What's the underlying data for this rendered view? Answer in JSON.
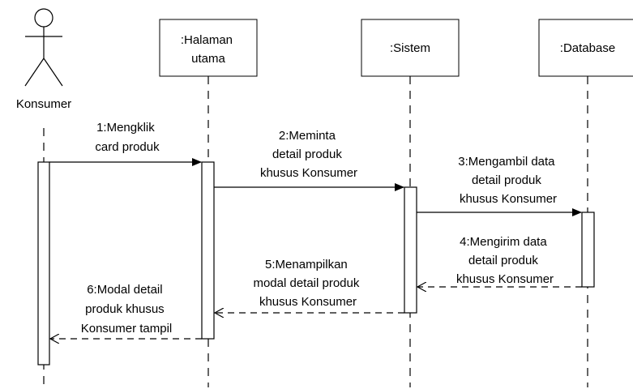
{
  "participants": [
    {
      "id": "konsumer",
      "label": "Konsumer",
      "kind": "actor"
    },
    {
      "id": "halaman",
      "label_lines": [
        ":Halaman",
        "utama"
      ],
      "kind": "object"
    },
    {
      "id": "sistem",
      "label_lines": [
        ":Sistem"
      ],
      "kind": "object"
    },
    {
      "id": "database",
      "label_lines": [
        ":Database"
      ],
      "kind": "object"
    }
  ],
  "messages": [
    {
      "from": "konsumer",
      "to": "halaman",
      "type": "call",
      "lines": [
        "1:Mengklik",
        "card produk"
      ]
    },
    {
      "from": "halaman",
      "to": "sistem",
      "type": "call",
      "lines": [
        "2:Meminta",
        "detail produk",
        "khusus Konsumer"
      ]
    },
    {
      "from": "sistem",
      "to": "database",
      "type": "call",
      "lines": [
        "3:Mengambil data",
        "detail produk",
        "khusus Konsumer"
      ]
    },
    {
      "from": "database",
      "to": "sistem",
      "type": "return",
      "lines": [
        "4:Mengirim data",
        "detail produk",
        "khusus Konsumer"
      ]
    },
    {
      "from": "sistem",
      "to": "halaman",
      "type": "return",
      "lines": [
        "5:Menampilkan",
        "modal detail produk",
        "khusus Konsumer"
      ]
    },
    {
      "from": "halaman",
      "to": "konsumer",
      "type": "return",
      "lines": [
        "6:Modal detail",
        "produk khusus",
        "Konsumer tampil"
      ]
    }
  ]
}
